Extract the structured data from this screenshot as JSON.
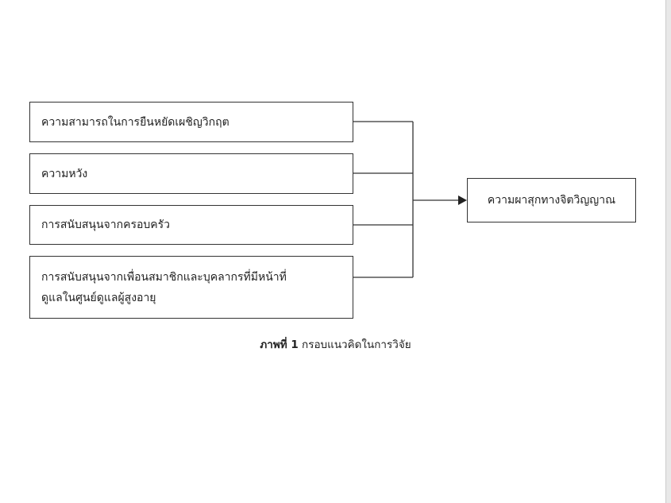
{
  "diagram": {
    "inputs": [
      {
        "label": "ความสามารถในการยืนหยัดเผชิญวิกฤต"
      },
      {
        "label": "ความหวัง"
      },
      {
        "label": "การสนับสนุนจากครอบครัว"
      },
      {
        "label": "การสนับสนุนจากเพื่อนสมาชิกและบุคลากรที่มีหน้าที่ดูแลในศูนย์ดูแลผู้สูงอายุ"
      }
    ],
    "output": {
      "label": "ความผาสุกทางจิตวิญญาณ"
    }
  },
  "caption": {
    "prefix": "ภาพที่ 1",
    "text": "กรอบแนวคิดในการวิจัย"
  }
}
